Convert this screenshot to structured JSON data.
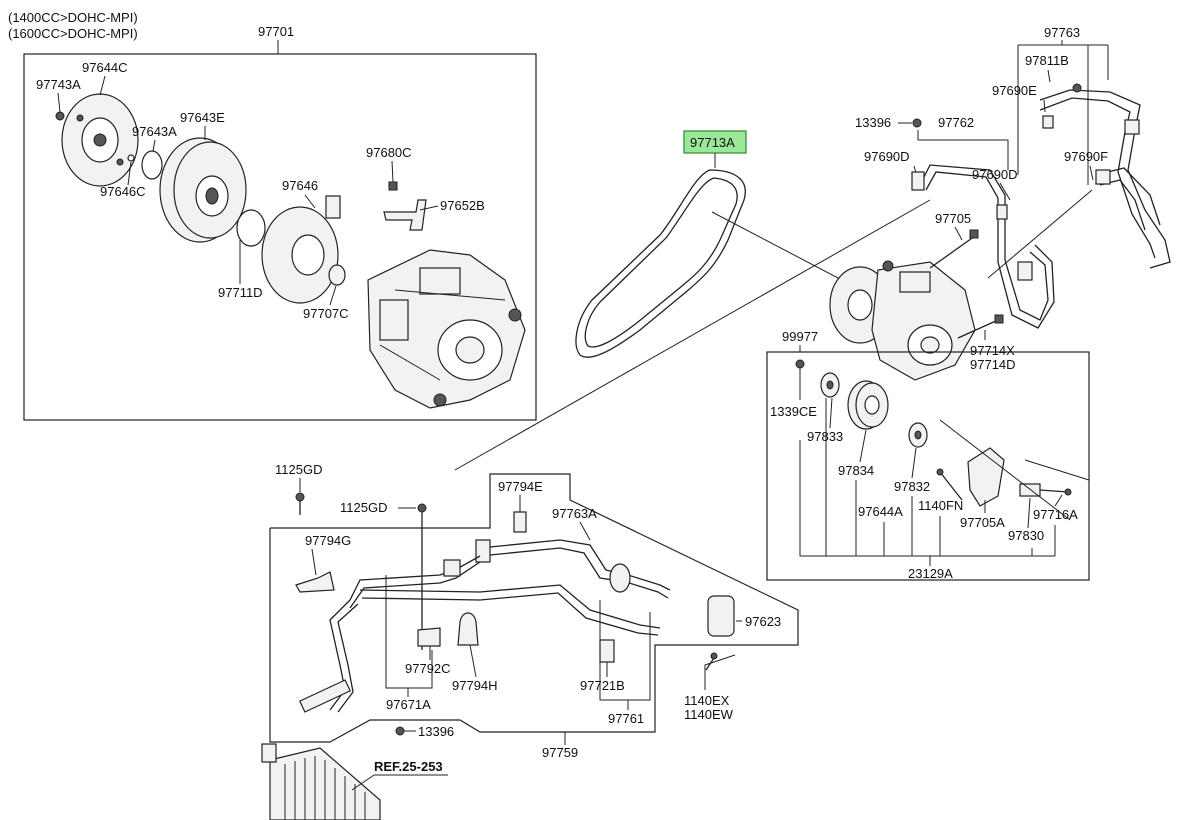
{
  "header": {
    "engine_line_1": "(1400CC>DOHC-MPI)",
    "engine_line_2": "(1600CC>DOHC-MPI)"
  },
  "highlight_color": "#9be89b",
  "labels": {
    "p97701": "97701",
    "p97644C": "97644C",
    "p97743A": "97743A",
    "p97643E": "97643E",
    "p97643A": "97643A",
    "p97646C": "97646C",
    "p97680C": "97680C",
    "p97646": "97646",
    "p97652B": "97652B",
    "p97711D": "97711D",
    "p97707C": "97707C",
    "p97713A": "97713A",
    "p13396a": "13396",
    "p97762": "97762",
    "p97690Da": "97690D",
    "p97690Db": "97690D",
    "p97763": "97763",
    "p97811B": "97811B",
    "p97690E": "97690E",
    "p97690F": "97690F",
    "p97705": "97705",
    "p97714X": "97714X",
    "p97714D": "97714D",
    "p99977": "99977",
    "p1339CE": "1339CE",
    "p97833": "97833",
    "p97834": "97834",
    "p97832": "97832",
    "p1140FN": "1140FN",
    "p97644A": "97644A",
    "p97705A": "97705A",
    "p97716A": "97716A",
    "p97830": "97830",
    "p23129A": "23129A",
    "p1125GDa": "1125GD",
    "p1125GDb": "1125GD",
    "p97794E": "97794E",
    "p97763A": "97763A",
    "p97794G": "97794G",
    "p97623": "97623",
    "p97792C": "97792C",
    "p97794H": "97794H",
    "p97721B": "97721B",
    "p1140EX": "1140EX",
    "p1140EW": "1140EW",
    "p97671A": "97671A",
    "p97761": "97761",
    "p13396b": "13396",
    "p97759": "97759",
    "ref": "REF.25-253"
  }
}
